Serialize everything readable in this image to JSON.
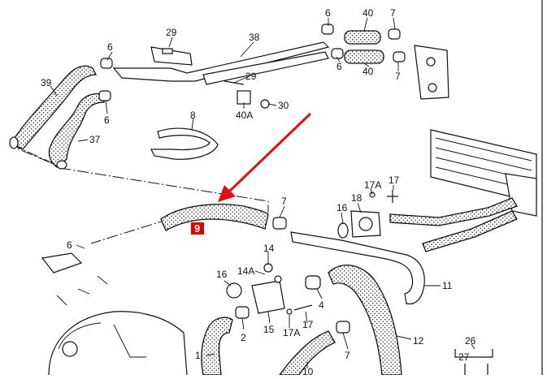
{
  "labels": {
    "l6a": "6",
    "l40a": "40",
    "l7a": "7",
    "l29a": "29",
    "l38": "38",
    "l6b": "6",
    "l6c": "6",
    "l40b": "40",
    "l7b": "7",
    "l39": "39",
    "l29b": "29",
    "l30": "30",
    "l6d": "6",
    "l40A": "40A",
    "l8": "8",
    "l37": "37",
    "l7c": "7",
    "l17Aa": "17A",
    "l17a": "17",
    "l18": "18",
    "l16a": "16",
    "l6e": "6",
    "l14": "14",
    "l14A": "14A",
    "l16b": "16",
    "l11": "11",
    "l4": "4",
    "l2": "2",
    "l15": "15",
    "l17Ab": "17A",
    "l17b": "17",
    "l1": "1",
    "l12": "12",
    "l7d": "7",
    "l10": "10",
    "l26": "26",
    "l27": "27"
  },
  "highlight": {
    "part_number": "9",
    "color": "#e00000"
  },
  "colors": {
    "line": "#111111",
    "arrow": "#e01010",
    "background": "#ffffff"
  }
}
